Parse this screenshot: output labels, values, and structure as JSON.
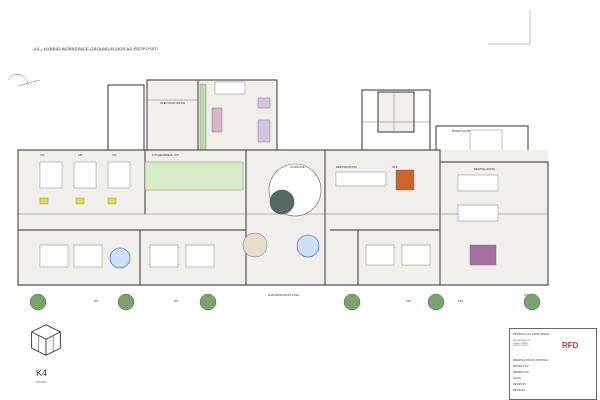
{
  "drawing_title": "XX - HYBRID WORKSPACE GROUND FLOOR AS PROPOSED",
  "room_labels": {
    "top_left_room": "OPEN PLAN OFFICE",
    "kitchen": "KITCHEN/BREAK-OUT",
    "meeting_room": "MEETING ROOM",
    "ops_room": "OPS",
    "staircase": "STAIRCASE",
    "top_right_room": "MEETING ROOM",
    "meeting_room_top": "BOARD ROOM",
    "cpl_1": "CPL",
    "cpl_2": "CPL",
    "cpl_3": "CPL",
    "entrance": "MAIN ENTRANCE FOYER",
    "wc_a": "WC",
    "wc_b": "WC",
    "store_1": "STR",
    "store_2": "STR",
    "store_3": "STR"
  },
  "k4": {
    "mark": "K4",
    "subtitle": "STUDIO"
  },
  "title_block": {
    "project": "PENSION CIC FIRST ISSUE",
    "logo": "RFD",
    "info_lines": [
      "RFD ARCHITECTS",
      "5 HIGH STREET",
      "DESIGN OFFICE"
    ],
    "rows": [
      "DRAWING STATUS: APPROVAL",
      "PROJECT NO:",
      "DRAWING NO:",
      "SCALE:",
      "DRAWN BY:",
      "REVISION:"
    ]
  },
  "colors": {
    "wall": "#555555",
    "accent_green": "#b9d8a5",
    "accent_purple": "#a36fa3",
    "accent_orange": "#c8642c",
    "accent_blue": "#2b4bd6",
    "tree": "#7aa36b",
    "logo_red": "#c0392b"
  }
}
